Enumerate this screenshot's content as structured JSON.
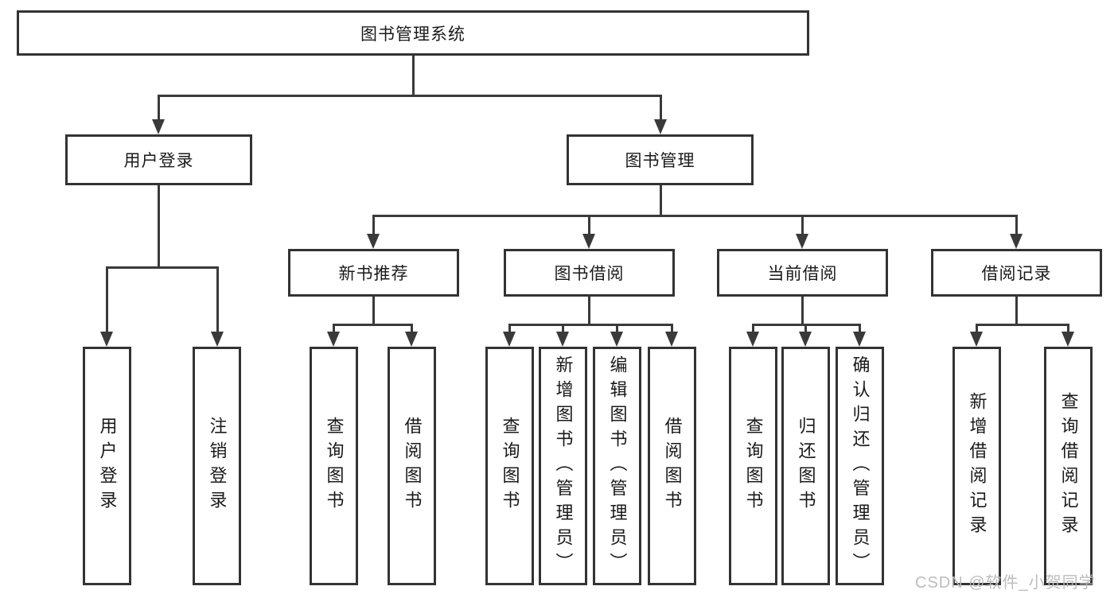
{
  "tree": {
    "root": "图书管理系统",
    "level2": [
      {
        "label": "用户登录",
        "leaves": [
          "用户登录",
          "注销登录"
        ]
      },
      {
        "label": "图书管理",
        "children": [
          {
            "label": "新书推荐",
            "leaves": [
              "查询图书",
              "借阅图书"
            ]
          },
          {
            "label": "图书借阅",
            "leaves": [
              "查询图书",
              "新增图书（管理员）",
              "编辑图书（管理员）",
              "借阅图书"
            ]
          },
          {
            "label": "当前借阅",
            "leaves": [
              "查询图书",
              "归还图书",
              "确认归还（管理员）"
            ]
          },
          {
            "label": "借阅记录",
            "leaves": [
              "新增借阅记录",
              "查询借阅记录"
            ]
          }
        ]
      }
    ]
  },
  "watermark": "CSDN @软件_小贺同学",
  "colors": {
    "line": "#3a3a3a",
    "box_border": "#333333",
    "box_fill": "#ffffff",
    "text": "#1a1a1a",
    "watermark": "#b9b9b9",
    "background": "#ffffff"
  }
}
